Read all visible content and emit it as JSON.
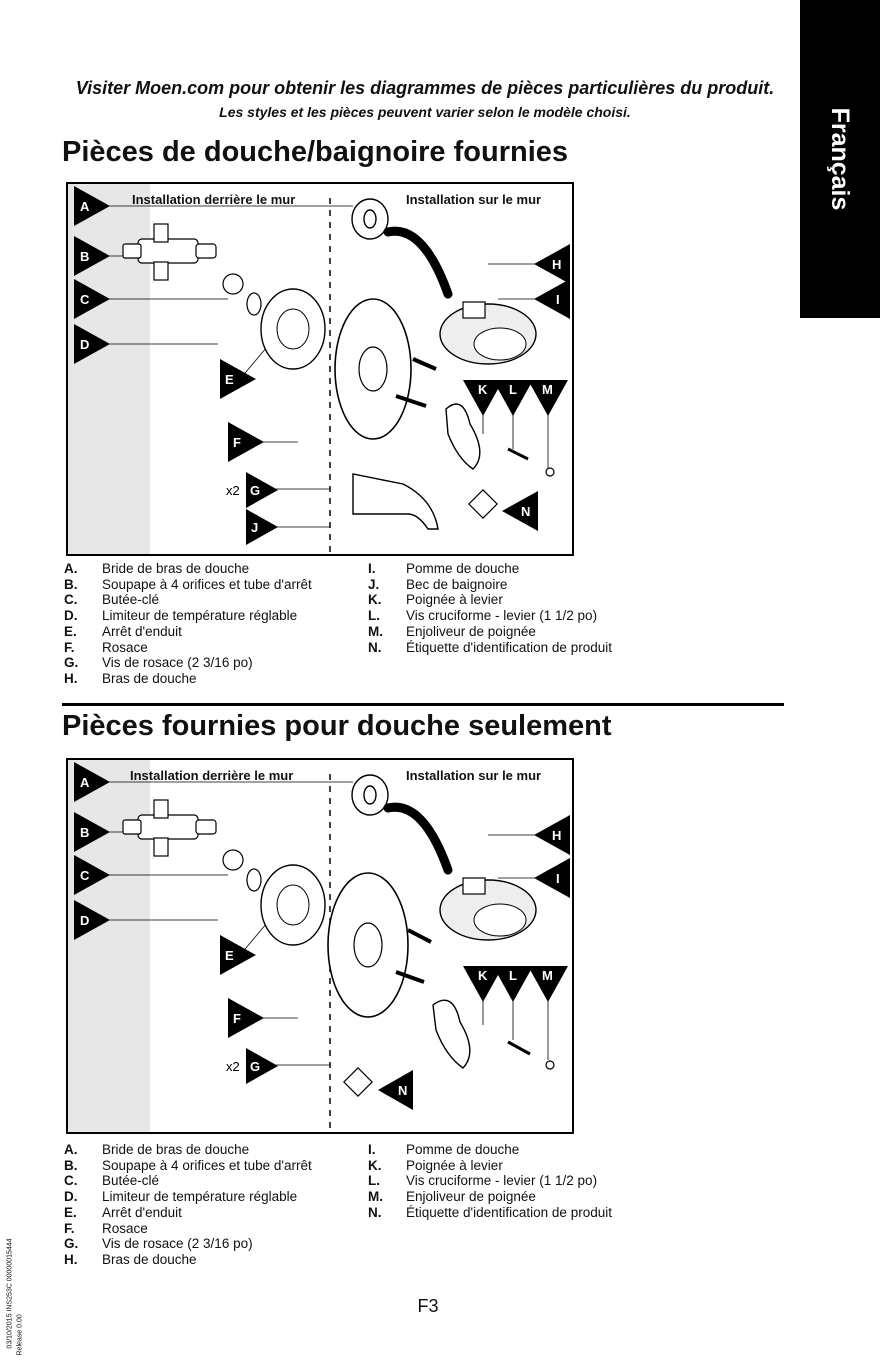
{
  "side_tab": {
    "label": "Français"
  },
  "header": {
    "line1": "Visiter Moen.com pour obtenir les diagrammes de pièces particulières du produit.",
    "line2": "Les styles et les pièces peuvent varier selon le modèle choisi."
  },
  "section1": {
    "title": "Pièces de douche/baignoire fournies",
    "zone_behind": "Installation derrière le mur",
    "zone_on": "Installation sur le mur",
    "multiplier": "x2",
    "markers": [
      "A",
      "B",
      "C",
      "D",
      "E",
      "F",
      "G",
      "J",
      "H",
      "I",
      "K",
      "L",
      "M",
      "N"
    ],
    "parts_left": [
      {
        "key": "A.",
        "text": "Bride de bras de douche"
      },
      {
        "key": "B.",
        "text": "Soupape à 4 orifices et tube d'arrêt"
      },
      {
        "key": "C.",
        "text": "Butée-clé"
      },
      {
        "key": "D.",
        "text": "Limiteur de température réglable"
      },
      {
        "key": "E.",
        "text": "Arrêt d'enduit"
      },
      {
        "key": "F.",
        "text": "Rosace"
      },
      {
        "key": "G.",
        "text": "Vis de rosace (2 3/16 po)"
      },
      {
        "key": "H.",
        "text": "Bras de douche"
      }
    ],
    "parts_right": [
      {
        "key": "I.",
        "text": "Pomme de douche"
      },
      {
        "key": "J.",
        "text": "Bec de baignoire"
      },
      {
        "key": "K.",
        "text": "Poignée à levier"
      },
      {
        "key": "L.",
        "text": "Vis cruciforme - levier (1 1/2 po)"
      },
      {
        "key": "M.",
        "text": "Enjoliveur de poignée"
      },
      {
        "key": "N.",
        "text": "Étiquette d'identification de produit"
      }
    ]
  },
  "section2": {
    "title": "Pièces fournies pour douche seulement",
    "zone_behind": "Installation derrière le mur",
    "zone_on": "Installation sur le mur",
    "multiplier": "x2",
    "markers": [
      "A",
      "B",
      "C",
      "D",
      "E",
      "F",
      "G",
      "H",
      "I",
      "K",
      "L",
      "M",
      "N"
    ],
    "parts_left": [
      {
        "key": "A.",
        "text": "Bride de bras de douche"
      },
      {
        "key": "B.",
        "text": "Soupape à 4 orifices et tube d'arrêt"
      },
      {
        "key": "C.",
        "text": "Butée-clé"
      },
      {
        "key": "D.",
        "text": "Limiteur de température réglable"
      },
      {
        "key": "E.",
        "text": "Arrêt d'enduit"
      },
      {
        "key": "F.",
        "text": "Rosace"
      },
      {
        "key": "G.",
        "text": "Vis de rosace (2 3/16 po)"
      },
      {
        "key": "H.",
        "text": "Bras de douche"
      }
    ],
    "parts_right": [
      {
        "key": "I.",
        "text": "Pomme de douche"
      },
      {
        "key": "K.",
        "text": "Poignée à levier"
      },
      {
        "key": "L.",
        "text": "Vis cruciforme - levier (1 1/2 po)"
      },
      {
        "key": "M.",
        "text": "Enjoliveur de poignée"
      },
      {
        "key": "N.",
        "text": "Étiquette d'identification de produit"
      }
    ]
  },
  "footer": {
    "page_number": "F3",
    "doc_code": "03/10/2015 INS253C 00000015444",
    "rev": "Release 0.00"
  }
}
